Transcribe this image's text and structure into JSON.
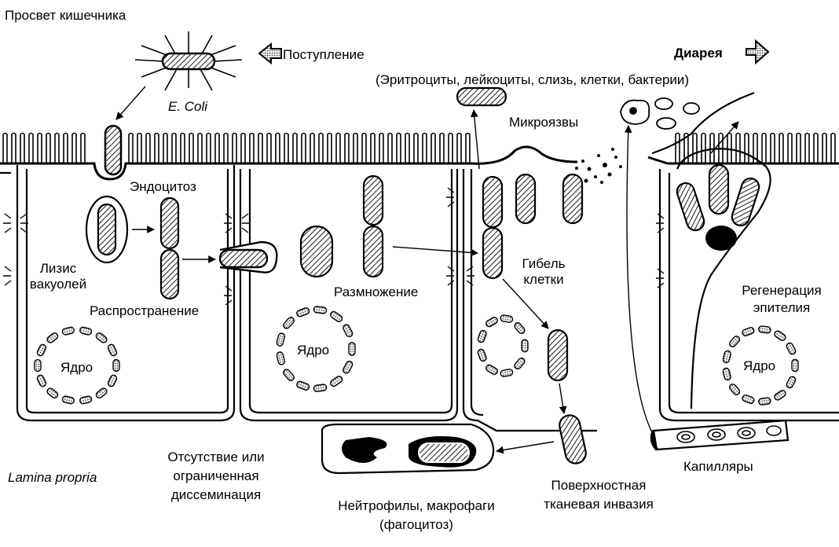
{
  "labels": {
    "lumen": "Просвет кишечника",
    "entry": "Поступление",
    "ecoli": "E. Coli",
    "diarrhea": "Диарея",
    "diarrhea_contents": "(Эритроциты, лейкоциты, слизь, клетки, бактерии)",
    "microulcers": "Микроязвы",
    "endocytosis": "Эндоцитоз",
    "vacuole_lysis_1": "Лизис",
    "vacuole_lysis_2": "вакуолей",
    "spread": "Распространение",
    "reproduction": "Размножение",
    "cell_death_1": "Гибель",
    "cell_death_2": "клетки",
    "regeneration_1": "Регенерация",
    "regeneration_2": "эпителия",
    "nucleus_1": "Ядро",
    "nucleus_2": "Ядро",
    "nucleus_3": "Ядро",
    "absent_dissem_1": "Отсутствие или",
    "absent_dissem_2": "ограниченная",
    "absent_dissem_3": "диссеминация",
    "lamina": "Lamina propria",
    "phagocytes_1": "Нейтрофилы, макрофаги",
    "phagocytes_2": "(фагоцитоз)",
    "invasion_1": "Поверхностная",
    "invasion_2": "тканевая инвазия",
    "capillaries": "Капилляры"
  }
}
